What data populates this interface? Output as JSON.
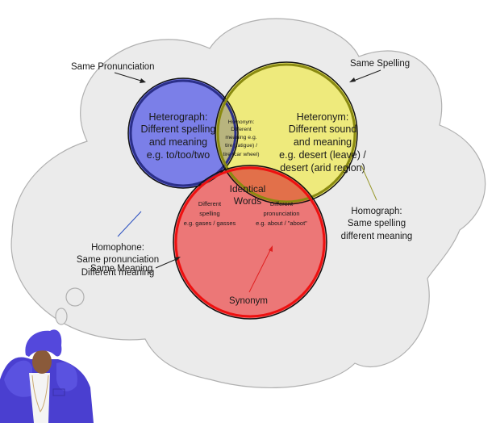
{
  "diagram": {
    "type": "venn-diagram-in-thought-bubble",
    "sets": [
      {
        "id": "pronunciation",
        "label": "Same Pronunciation",
        "fill": "#7b7fe8",
        "stroke": "#2b2f8a"
      },
      {
        "id": "spelling",
        "label": "Same Spelling",
        "fill": "#eeea7c",
        "stroke": "#8a8a10"
      },
      {
        "id": "meaning",
        "label": "Same Meaning",
        "fill": "#ec7777",
        "stroke": "#ee1010"
      }
    ],
    "regions": {
      "heterograph": [
        "Heterograph:",
        "Different spelling",
        "and meaning",
        "e.g. to/too/two"
      ],
      "heteronym": [
        "Heteronym:",
        "Different sound",
        "and meaning",
        "e.g. desert (leave) /",
        "desert (arid region)"
      ],
      "homonym": [
        "Homonym:",
        "Different",
        "meaning e.g.",
        "tire (fatigue) /",
        "tire (car wheel)"
      ],
      "identical": [
        "Identical",
        "Words"
      ],
      "diff_spelling": [
        "Different",
        "spelling",
        "e.g. gases / gasses"
      ],
      "diff_pronunciation": [
        "Different",
        "pronunciation",
        "e.g. about / \"aboot\""
      ],
      "synonym": [
        "Synonym"
      ]
    },
    "callouts": {
      "homophone": [
        "Homophone:",
        "Same pronunciation",
        "Different meaning"
      ],
      "homograph": [
        "Homograph:",
        "Same spelling",
        "different meaning"
      ]
    },
    "colors": {
      "cloud_fill": "#ebebeb",
      "cloud_stroke": "#b0b0b0",
      "homonym_fill": "#b8b47e",
      "identical_fill": "#c0643c",
      "diff_spelling_fill": "#b2406e",
      "diff_pronunciation_fill": "#e2704a",
      "homophone_line": "#2a4fc0",
      "homograph_line": "#9a9a30",
      "synonym_arrow": "#e02020",
      "arrow_black": "#202020"
    }
  },
  "person": {
    "description": "man in purple fur hat and jacket thinking",
    "coat_color": "#4a3fd0"
  }
}
